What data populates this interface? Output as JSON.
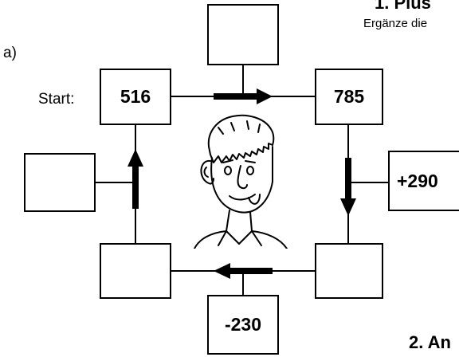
{
  "header": {
    "task1_heading": "1. Plus",
    "task1_instruction": "Ergänze die",
    "task2_heading": "2. An"
  },
  "exercise": {
    "part_label": "a)",
    "start_label": "Start:",
    "boxes": {
      "top_left": "516",
      "top_right": "785",
      "bottom_right": "",
      "bottom_left": "",
      "op_top": "",
      "op_right": "+290",
      "op_bottom": "-230",
      "op_left": ""
    }
  },
  "colors": {
    "ink": "#000000",
    "paper": "#ffffff"
  },
  "icons": {
    "center_illustration": "boy-face-tongue-out-icon"
  }
}
